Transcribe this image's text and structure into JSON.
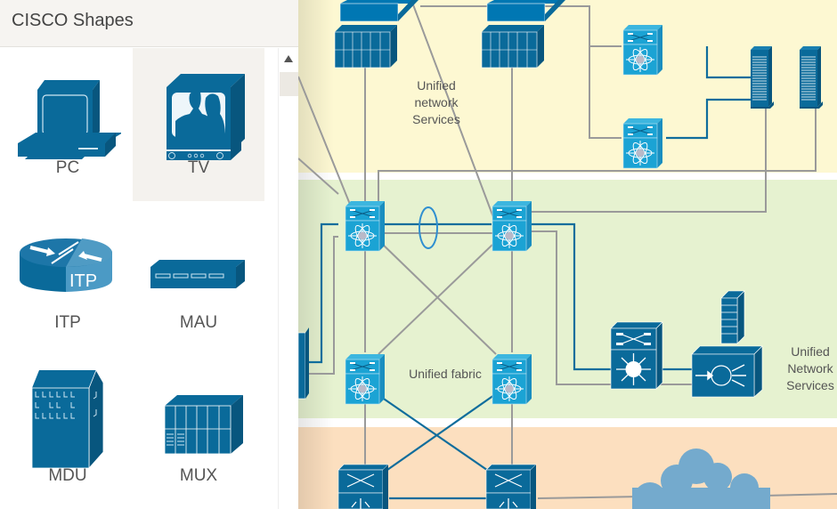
{
  "sidebar": {
    "title": "CISCO Shapes",
    "shapes": [
      {
        "label": "PC",
        "icon": "pc-icon",
        "selected": false
      },
      {
        "label": "TV",
        "icon": "tv-icon",
        "selected": true
      },
      {
        "label": "ITP",
        "icon": "itp-router-icon",
        "selected": false,
        "icon_text": "ITP"
      },
      {
        "label": "MAU",
        "icon": "mau-icon",
        "selected": false
      },
      {
        "label": "MDU",
        "icon": "mdu-building-icon",
        "selected": false
      },
      {
        "label": "MUX",
        "icon": "mux-icon",
        "selected": false
      }
    ]
  },
  "canvas": {
    "zones": [
      {
        "name": "services-top",
        "color": "#fdf8d2",
        "label": "Unified\nnetwork\nServices"
      },
      {
        "name": "fabric",
        "color": "#e6f2d0",
        "label": "Unified fabric",
        "side_label": "Unified\nNetwork\nServices"
      },
      {
        "name": "access",
        "color": "#fcdfbf"
      }
    ],
    "labels": {
      "top_services_line1": "Unified",
      "top_services_line2": "network",
      "top_services_line3": "Services",
      "fabric": "Unified fabric",
      "side_services_line1": "Unified",
      "side_services_line2": "Network",
      "side_services_line3": "Services"
    },
    "colors": {
      "device_dark": "#0a6a9a",
      "device_light": "#1ba3d4",
      "link_gray": "#9a9a9a",
      "link_blue": "#106d9c",
      "cloud": "#74aacd"
    }
  }
}
